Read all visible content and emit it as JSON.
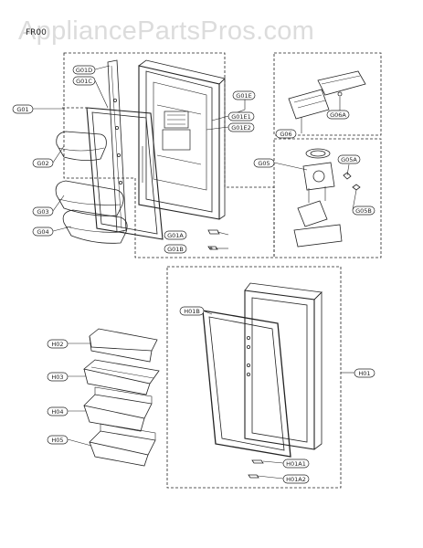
{
  "watermark": "AppliancePartsPros.com",
  "section_label": "FR00",
  "callouts": {
    "g01": "G01",
    "g01d": "G01D",
    "g01c": "G01C",
    "g01e": "G01E",
    "g01e1": "G01E1",
    "g01e2": "G01E2",
    "g01a": "G01A",
    "g01b": "G01B",
    "g02": "G02",
    "g03": "G03",
    "g04": "G04",
    "g06": "G06",
    "g06a": "G06A",
    "g05": "G05",
    "g05a": "G05A",
    "g05b": "G05B",
    "h01b": "H01B",
    "h01": "H01",
    "h01a1": "H01A1",
    "h01a2": "H01A2",
    "h02": "H02",
    "h03": "H03",
    "h04": "H04",
    "h05": "H05"
  },
  "colors": {
    "line": "#222222",
    "watermark": "#dcdcdc"
  }
}
